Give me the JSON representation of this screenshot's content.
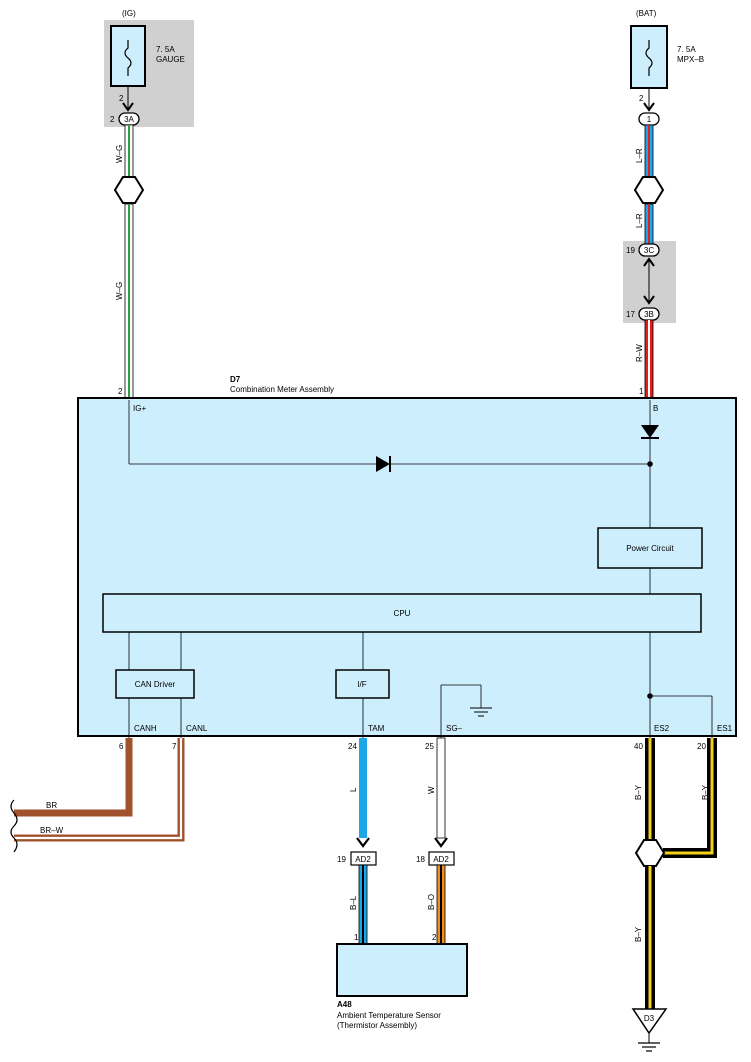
{
  "title": {
    "component_id": "D7",
    "component_name": "Combination Meter Assembly"
  },
  "power_sources": {
    "ig": {
      "source": "(IG)",
      "rating": "7. 5A",
      "name": "GAUGE",
      "fuse_pin": "2",
      "connector": "3A",
      "connector_pin": "2"
    },
    "bat": {
      "source": "(BAT)",
      "rating": "7. 5A",
      "name": "MPX–B",
      "fuse_pin": "2",
      "connector": "1"
    }
  },
  "junctions": {
    "upper": {
      "connector": "3C",
      "pin": "19"
    },
    "lower": {
      "connector": "3B",
      "pin": "17"
    }
  },
  "wire_colors": {
    "ig_top": "W–G",
    "ig_bottom": "W–G",
    "bat_top": "L–R",
    "bat_mid": "L–R",
    "bat_bottom": "R–W",
    "br": "BR",
    "brw": "BR–W",
    "tam": "L",
    "sg": "W",
    "es2": "B–Y",
    "es1": "B–Y",
    "ground": "B–Y",
    "sensor_l": "B–L",
    "sensor_o": "B–O"
  },
  "meter": {
    "pins": {
      "ig_num": "2",
      "ig_name": "IG+",
      "b_num": "1",
      "b_name": "B",
      "canh_num": "6",
      "canh_name": "CANH",
      "canl_num": "7",
      "canl_name": "CANL",
      "tam_num": "24",
      "tam_name": "TAM",
      "sg_num": "25",
      "sg_name": "SG–",
      "es2_num": "40",
      "es2_name": "ES2",
      "es1_num": "20",
      "es1_name": "ES1"
    },
    "blocks": {
      "power_circuit": "Power Circuit",
      "cpu": "CPU",
      "can_driver": "CAN Driver",
      "if": "I/F"
    }
  },
  "sensor_connectors": {
    "tam": {
      "connector": "AD2",
      "pin": "19"
    },
    "sg": {
      "connector": "AD2",
      "pin": "18"
    }
  },
  "sensor": {
    "id": "A48",
    "name_line1": "Ambient Temperature Sensor",
    "name_line2": "(Thermistor Assembly)",
    "pin_l": "1",
    "pin_o": "2"
  },
  "ground": {
    "label": "D3"
  },
  "colors": {
    "module_fill": "#cdeefd",
    "gray_box": "#d0d0d0",
    "w": "#ffffff",
    "g": "#2f9e44",
    "l": "#1ea7e8",
    "r": "#e41e1e",
    "br": "#a0522d",
    "b": "#000000",
    "y": "#f2d21a",
    "o": "#f28c1a"
  }
}
